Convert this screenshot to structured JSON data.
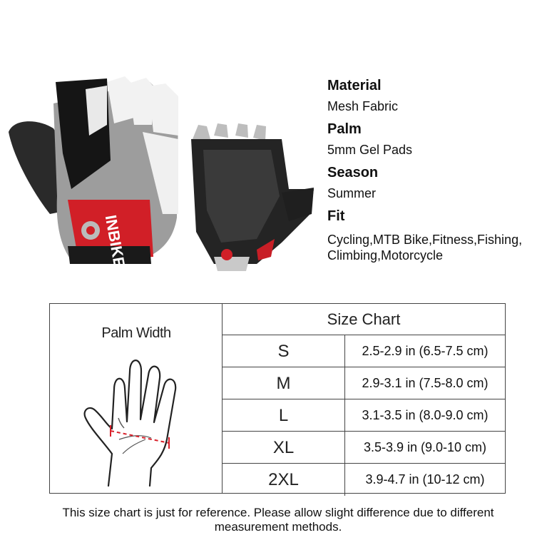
{
  "glove_brand_text": "INBIKE",
  "specs": [
    {
      "label": "Material",
      "value": "Mesh Fabric"
    },
    {
      "label": "Palm",
      "value": "5mm Gel Pads"
    },
    {
      "label": "Season",
      "value": "Summer"
    },
    {
      "label": "Fit",
      "value": "Cycling,MTB Bike,Fitness,Fishing,\nClimbing,Motorcycle"
    }
  ],
  "size_chart": {
    "palm_width_label": "Palm Width",
    "title": "Size Chart",
    "rows": [
      {
        "size": "S",
        "range": "2.5-2.9 in (6.5-7.5 cm)"
      },
      {
        "size": "M",
        "range": "2.9-3.1 in (7.5-8.0 cm)"
      },
      {
        "size": "L",
        "range": "3.1-3.5 in (8.0-9.0 cm)"
      },
      {
        "size": "XL",
        "range": "3.5-3.9 in (9.0-10 cm)"
      },
      {
        "size": "2XL",
        "range": "3.9-4.7 in (10-12 cm)"
      }
    ]
  },
  "footnote": "This size chart is just for reference. Please allow slight difference due to different measurement methods.",
  "colors": {
    "accent_red": "#d8202a",
    "glove_black": "#1a1a1a",
    "glove_gray": "#9a9a9a"
  }
}
